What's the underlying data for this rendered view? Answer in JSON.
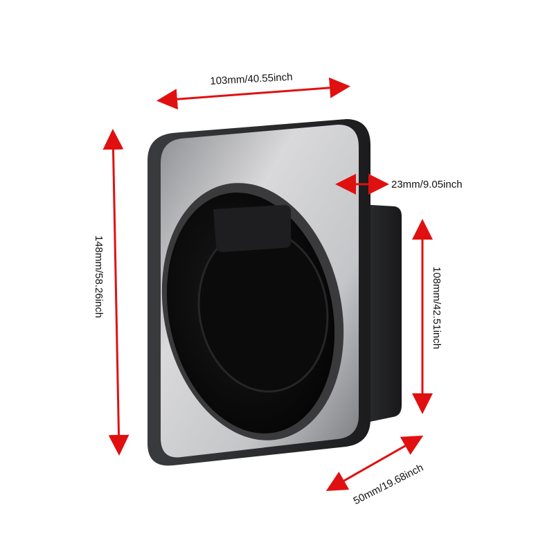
{
  "dimensions": {
    "width": "103mm/40.55inch",
    "depth_top": "23mm/9.05inch",
    "height": "148mm/58.26inch",
    "inner_height": "108mm/42.51inch",
    "depth_bottom": "50mm/19.68inch"
  },
  "colors": {
    "arrow": "#e01010",
    "body_dark": "#2a2a2c",
    "face_silver": "#d6d6d8",
    "cavity": "#0d0d0e"
  }
}
